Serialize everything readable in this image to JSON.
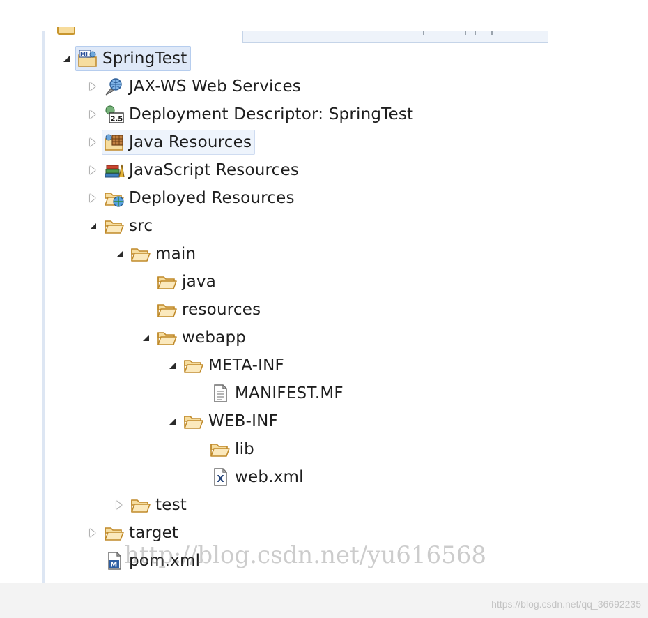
{
  "tree": {
    "nodes": [
      {
        "label": "SpringTest",
        "icon": "maven-web-project-icon",
        "level": 0,
        "state": "expanded",
        "highlight": "selected"
      },
      {
        "label": "JAX-WS Web Services",
        "icon": "web-services-icon",
        "level": 1,
        "state": "collapsed"
      },
      {
        "label": "Deployment Descriptor: SpringTest",
        "icon": "deployment-descriptor-icon",
        "level": 1,
        "state": "collapsed"
      },
      {
        "label": "Java Resources",
        "icon": "java-resources-icon",
        "level": 1,
        "state": "collapsed",
        "highlight": "hover"
      },
      {
        "label": "JavaScript Resources",
        "icon": "javascript-resources-icon",
        "level": 1,
        "state": "collapsed"
      },
      {
        "label": "Deployed Resources",
        "icon": "deployed-resources-icon",
        "level": 1,
        "state": "collapsed"
      },
      {
        "label": "src",
        "icon": "folder-open-icon",
        "level": 1,
        "state": "expanded"
      },
      {
        "label": "main",
        "icon": "folder-open-icon",
        "level": 2,
        "state": "expanded"
      },
      {
        "label": "java",
        "icon": "folder-open-icon",
        "level": 3,
        "state": "none"
      },
      {
        "label": "resources",
        "icon": "folder-open-icon",
        "level": 3,
        "state": "none"
      },
      {
        "label": "webapp",
        "icon": "folder-open-icon",
        "level": 3,
        "state": "expanded"
      },
      {
        "label": "META-INF",
        "icon": "folder-open-icon",
        "level": 4,
        "state": "expanded"
      },
      {
        "label": "MANIFEST.MF",
        "icon": "text-file-icon",
        "level": 5,
        "state": "none"
      },
      {
        "label": "WEB-INF",
        "icon": "folder-open-icon",
        "level": 4,
        "state": "expanded"
      },
      {
        "label": "lib",
        "icon": "folder-open-icon",
        "level": 5,
        "state": "none"
      },
      {
        "label": "web.xml",
        "icon": "xml-file-icon",
        "level": 5,
        "state": "none"
      },
      {
        "label": "test",
        "icon": "folder-open-icon",
        "level": 2,
        "state": "collapsed"
      },
      {
        "label": "target",
        "icon": "folder-open-icon",
        "level": 1,
        "state": "collapsed"
      },
      {
        "label": "pom.xml",
        "icon": "maven-pom-icon",
        "level": 1,
        "state": "none"
      }
    ]
  },
  "watermark": "http://blog.csdn.net/yu616568",
  "credit": "https://blog.csdn.net/qq_36692235"
}
